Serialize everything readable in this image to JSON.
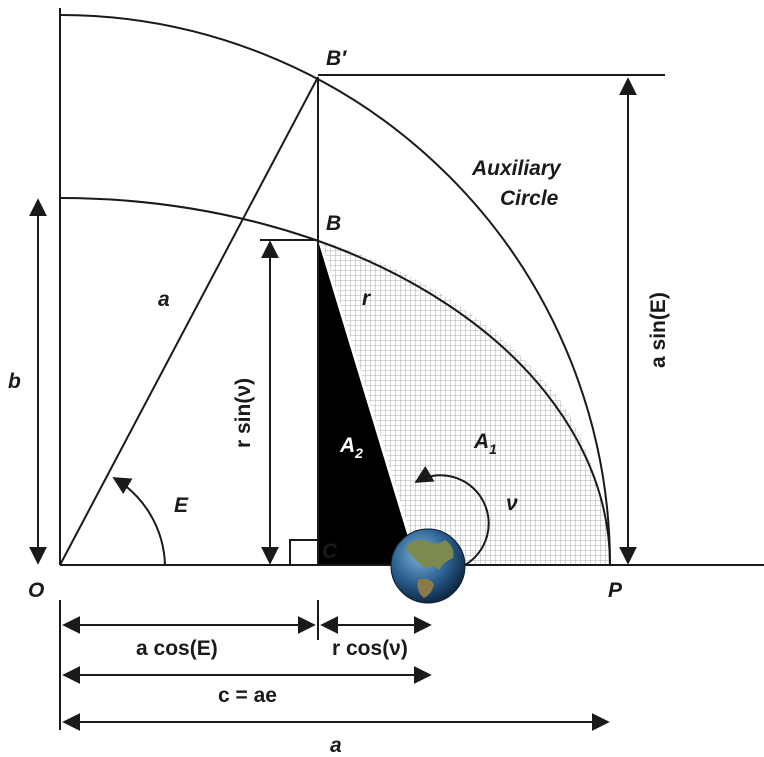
{
  "points": {
    "origin": "O",
    "periapsis": "P",
    "b_prime": "B′",
    "b": "B",
    "c": "C"
  },
  "circle_label": {
    "line1": "Auxiliary",
    "line2": "Circle"
  },
  "side_labels": {
    "b": "b",
    "a_radius": "a",
    "r_vec": "r",
    "a2": "A",
    "a2_sub": "2",
    "a1": "A",
    "a1_sub": "1",
    "angle_e": "E",
    "angle_nu": "ν"
  },
  "vertical_measures": {
    "r_sin_nu": "r sin(ν)",
    "a_sin_e": "a sin(E)"
  },
  "horizontal_measures": {
    "a_cos_e": "a cos(E)",
    "r_cos_nu": "r cos(ν)",
    "c_eq_ae": "c = ae",
    "a": "a"
  },
  "colors": {
    "line": "#1a1a1a",
    "black_triangle": "#000000",
    "hatch": "#bdbdbd",
    "earth_ocean": "#2a5f8f",
    "earth_land": "#7c8a4f"
  },
  "icons": {
    "earth": "earth-globe-icon"
  }
}
